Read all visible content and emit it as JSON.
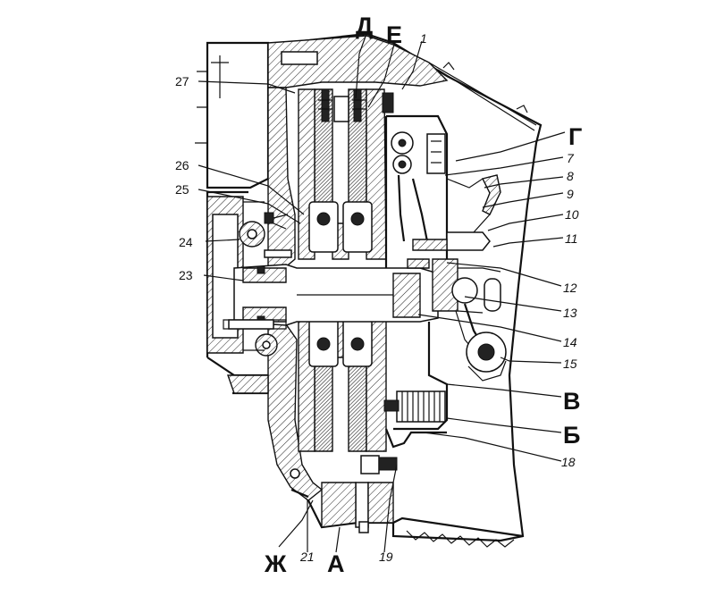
{
  "figure": {
    "letter_labels": {
      "D": "Д",
      "E": "Е",
      "G": "Г",
      "V": "В",
      "B": "Б",
      "ZH": "Ж",
      "A": "А"
    },
    "number_labels": {
      "n1": "1",
      "n7": "7",
      "n8": "8",
      "n9": "9",
      "n10": "10",
      "n11": "11",
      "n12": "12",
      "n13": "13",
      "n14": "14",
      "n15": "15",
      "n18": "18",
      "n19": "19",
      "n21": "21",
      "n23": "23",
      "n24": "24",
      "n25": "25",
      "n26": "26",
      "n27": "27"
    }
  }
}
